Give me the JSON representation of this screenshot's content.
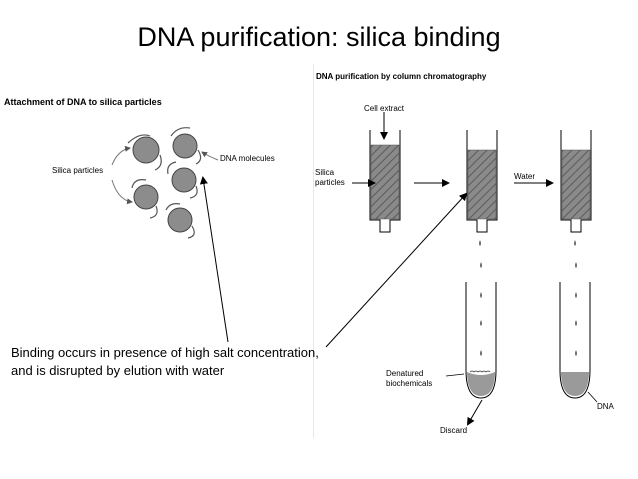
{
  "title": "DNA purification: silica binding",
  "left_panel": {
    "heading": "Attachment of DNA to silica particles",
    "silica_label": "Silica particles",
    "dna_label": "DNA molecules"
  },
  "right_panel": {
    "heading": "DNA purification by column chromatography",
    "cell_extract": "Cell extract",
    "silica_label_line1": "Silica",
    "silica_label_line2": "particles",
    "water": "Water",
    "denatured_line1": "Denatured",
    "denatured_line2": "biochemicals",
    "discard": "Discard",
    "dna": "DNA"
  },
  "caption": {
    "text": "Binding occurs in presence of high salt concentration, and is disrupted by elution with water"
  }
}
